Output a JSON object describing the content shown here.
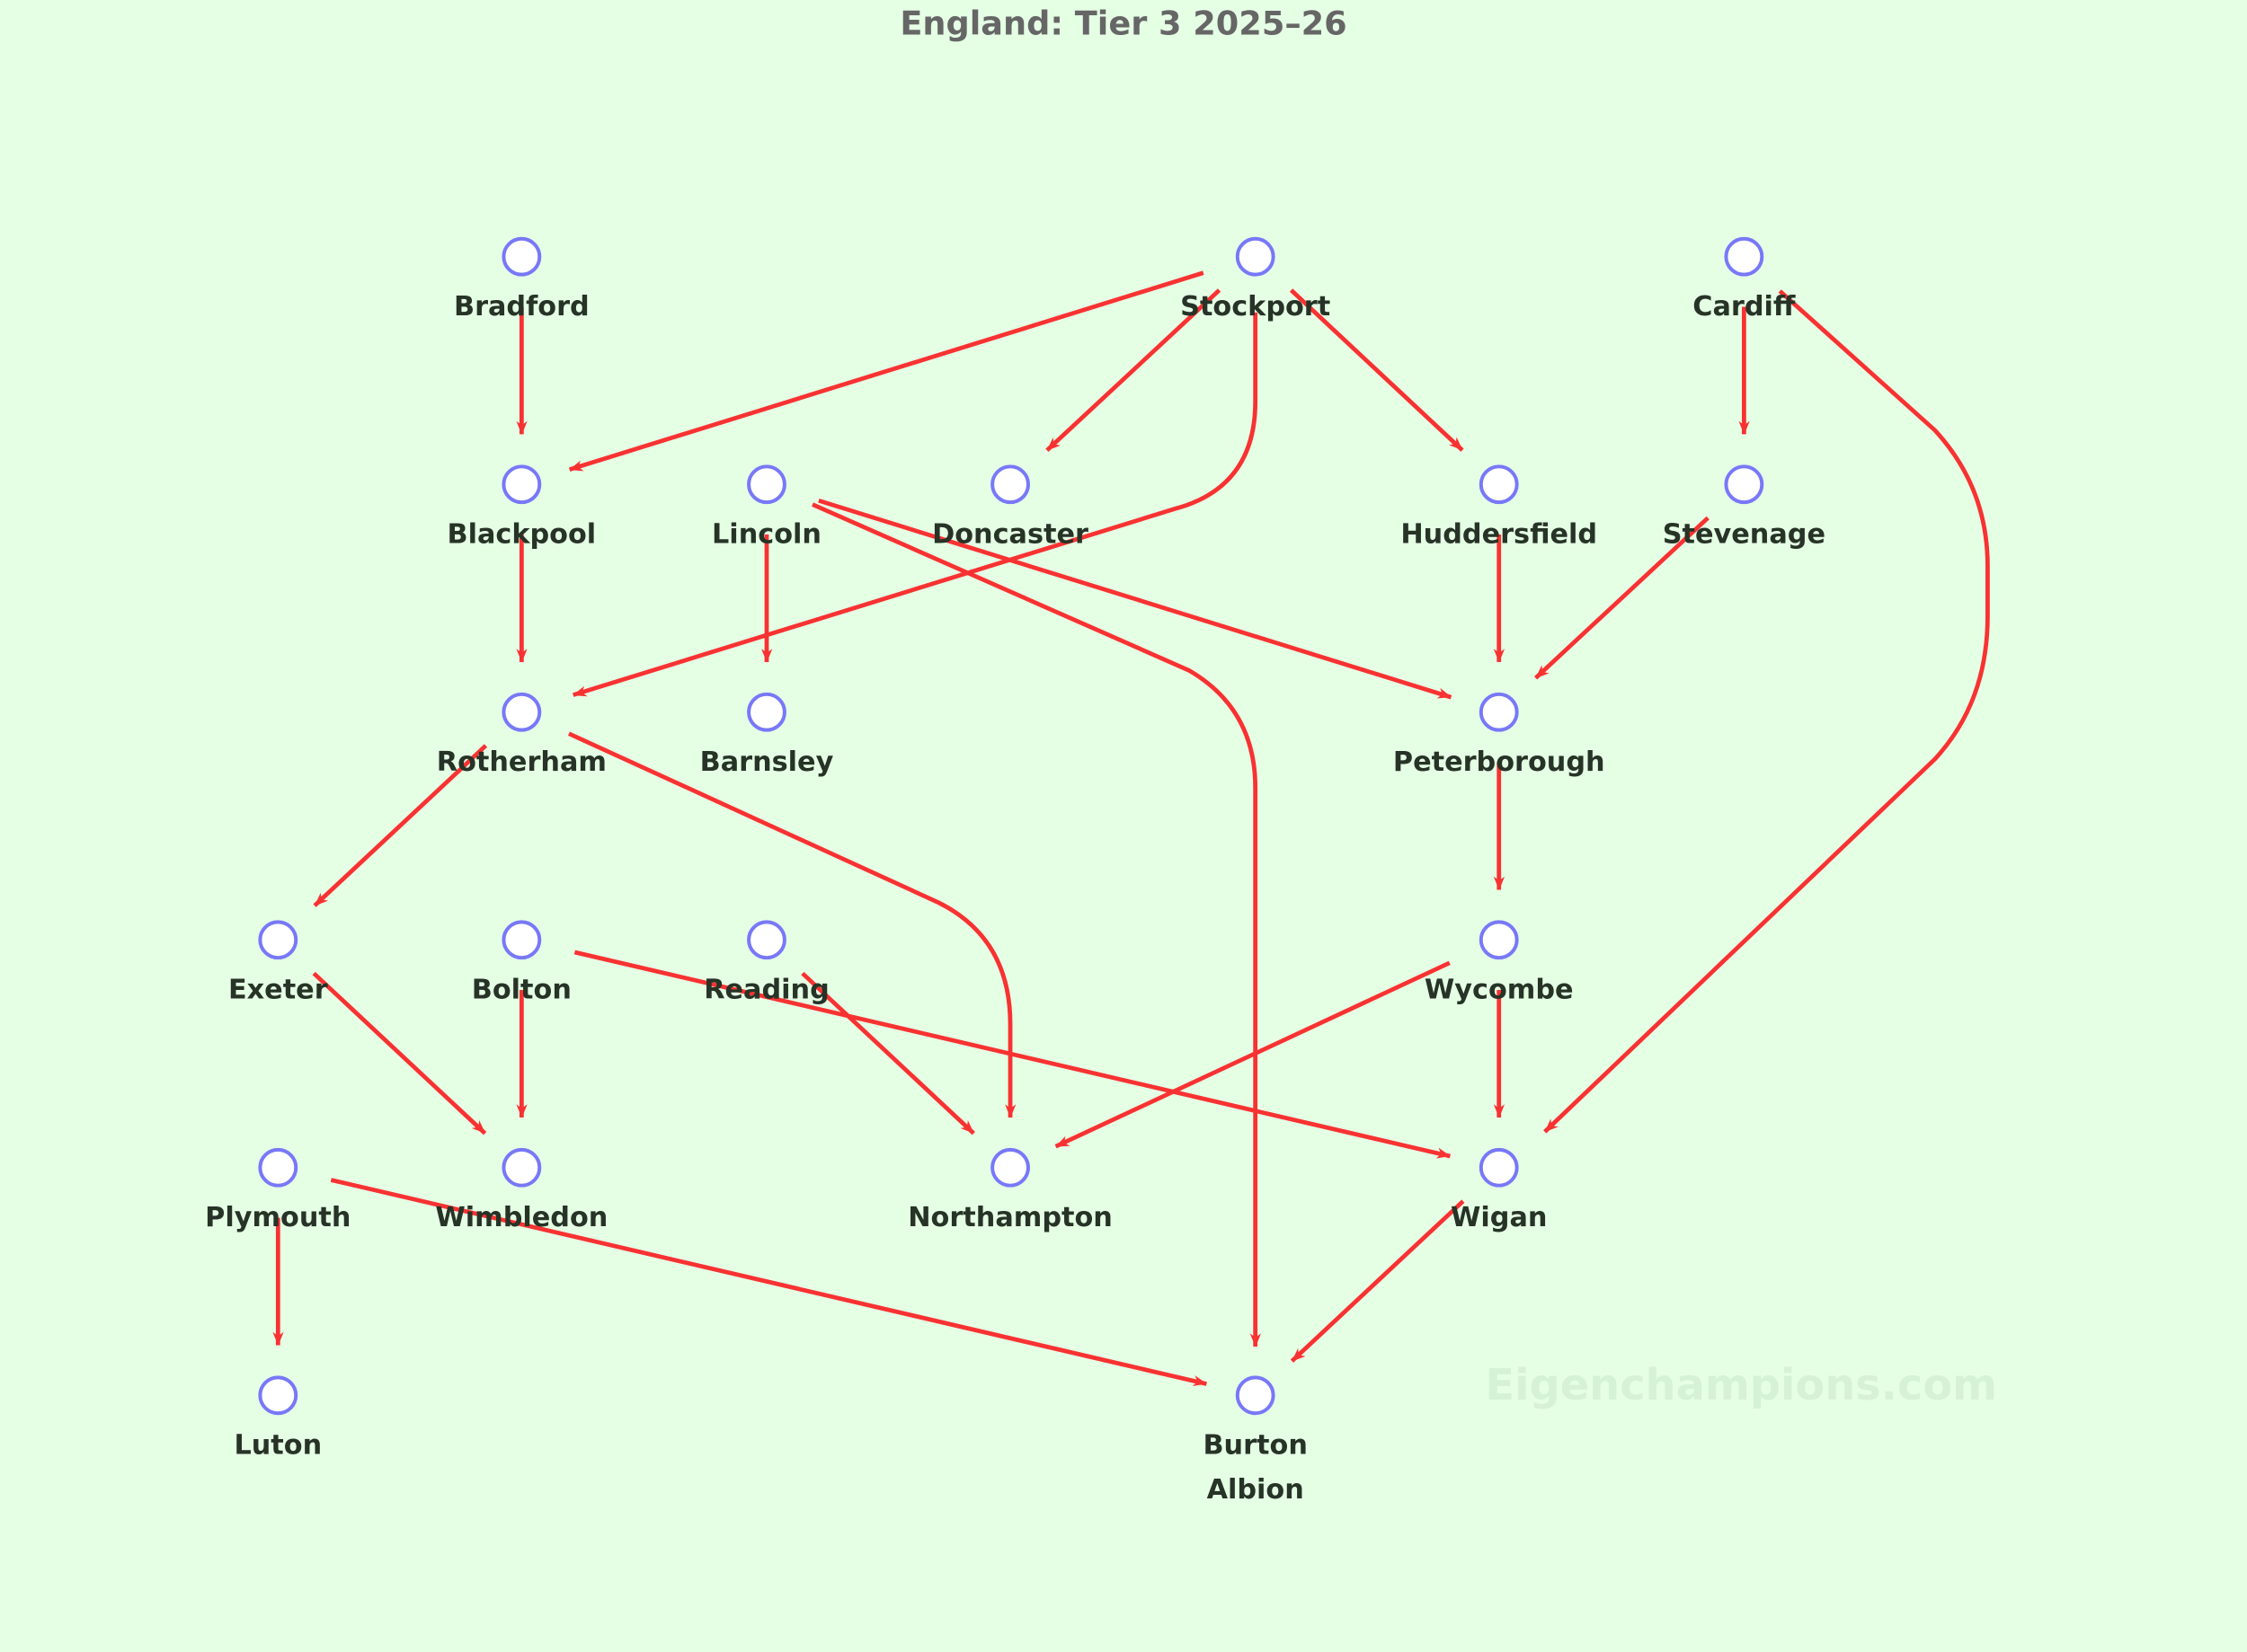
{
  "title": "England: Tier 3 2025–26",
  "watermark": "Eigenchampions.com",
  "colors": {
    "background": "#e5ffe5",
    "edge": "#f83232",
    "node_stroke": "#7878f8",
    "node_fill": "#ffffff"
  },
  "nodes": [
    {
      "id": "Bradford",
      "label": [
        "Bradford"
      ]
    },
    {
      "id": "Stockport",
      "label": [
        "Stockport"
      ]
    },
    {
      "id": "Cardiff",
      "label": [
        "Cardiff"
      ]
    },
    {
      "id": "Blackpool",
      "label": [
        "Blackpool"
      ]
    },
    {
      "id": "Lincoln",
      "label": [
        "Lincoln"
      ]
    },
    {
      "id": "Doncaster",
      "label": [
        "Doncaster"
      ]
    },
    {
      "id": "Huddersfield",
      "label": [
        "Huddersfield"
      ]
    },
    {
      "id": "Stevenage",
      "label": [
        "Stevenage"
      ]
    },
    {
      "id": "Rotherham",
      "label": [
        "Rotherham"
      ]
    },
    {
      "id": "Barnsley",
      "label": [
        "Barnsley"
      ]
    },
    {
      "id": "Peterborough",
      "label": [
        "Peterborough"
      ]
    },
    {
      "id": "Exeter",
      "label": [
        "Exeter"
      ]
    },
    {
      "id": "Bolton",
      "label": [
        "Bolton"
      ]
    },
    {
      "id": "Reading",
      "label": [
        "Reading"
      ]
    },
    {
      "id": "Wycombe",
      "label": [
        "Wycombe"
      ]
    },
    {
      "id": "Plymouth",
      "label": [
        "Plymouth"
      ]
    },
    {
      "id": "Wimbledon",
      "label": [
        "Wimbledon"
      ]
    },
    {
      "id": "Northampton",
      "label": [
        "Northampton"
      ]
    },
    {
      "id": "Wigan",
      "label": [
        "Wigan"
      ]
    },
    {
      "id": "Luton",
      "label": [
        "Luton"
      ]
    },
    {
      "id": "Burton Albion",
      "label": [
        "Burton",
        "Albion"
      ]
    }
  ],
  "edges": [
    [
      "Bradford",
      "Blackpool"
    ],
    [
      "Stockport",
      "Blackpool"
    ],
    [
      "Stockport",
      "Doncaster"
    ],
    [
      "Stockport",
      "Rotherham"
    ],
    [
      "Stockport",
      "Huddersfield"
    ],
    [
      "Cardiff",
      "Stevenage"
    ],
    [
      "Cardiff",
      "Wigan"
    ],
    [
      "Blackpool",
      "Rotherham"
    ],
    [
      "Lincoln",
      "Barnsley"
    ],
    [
      "Lincoln",
      "Peterborough"
    ],
    [
      "Lincoln",
      "Burton Albion"
    ],
    [
      "Huddersfield",
      "Peterborough"
    ],
    [
      "Stevenage",
      "Peterborough"
    ],
    [
      "Rotherham",
      "Exeter"
    ],
    [
      "Rotherham",
      "Northampton"
    ],
    [
      "Peterborough",
      "Wycombe"
    ],
    [
      "Exeter",
      "Wimbledon"
    ],
    [
      "Bolton",
      "Wimbledon"
    ],
    [
      "Bolton",
      "Wigan"
    ],
    [
      "Reading",
      "Northampton"
    ],
    [
      "Wycombe",
      "Northampton"
    ],
    [
      "Wycombe",
      "Wigan"
    ],
    [
      "Plymouth",
      "Luton"
    ],
    [
      "Plymouth",
      "Burton Albion"
    ],
    [
      "Wigan",
      "Burton Albion"
    ]
  ]
}
